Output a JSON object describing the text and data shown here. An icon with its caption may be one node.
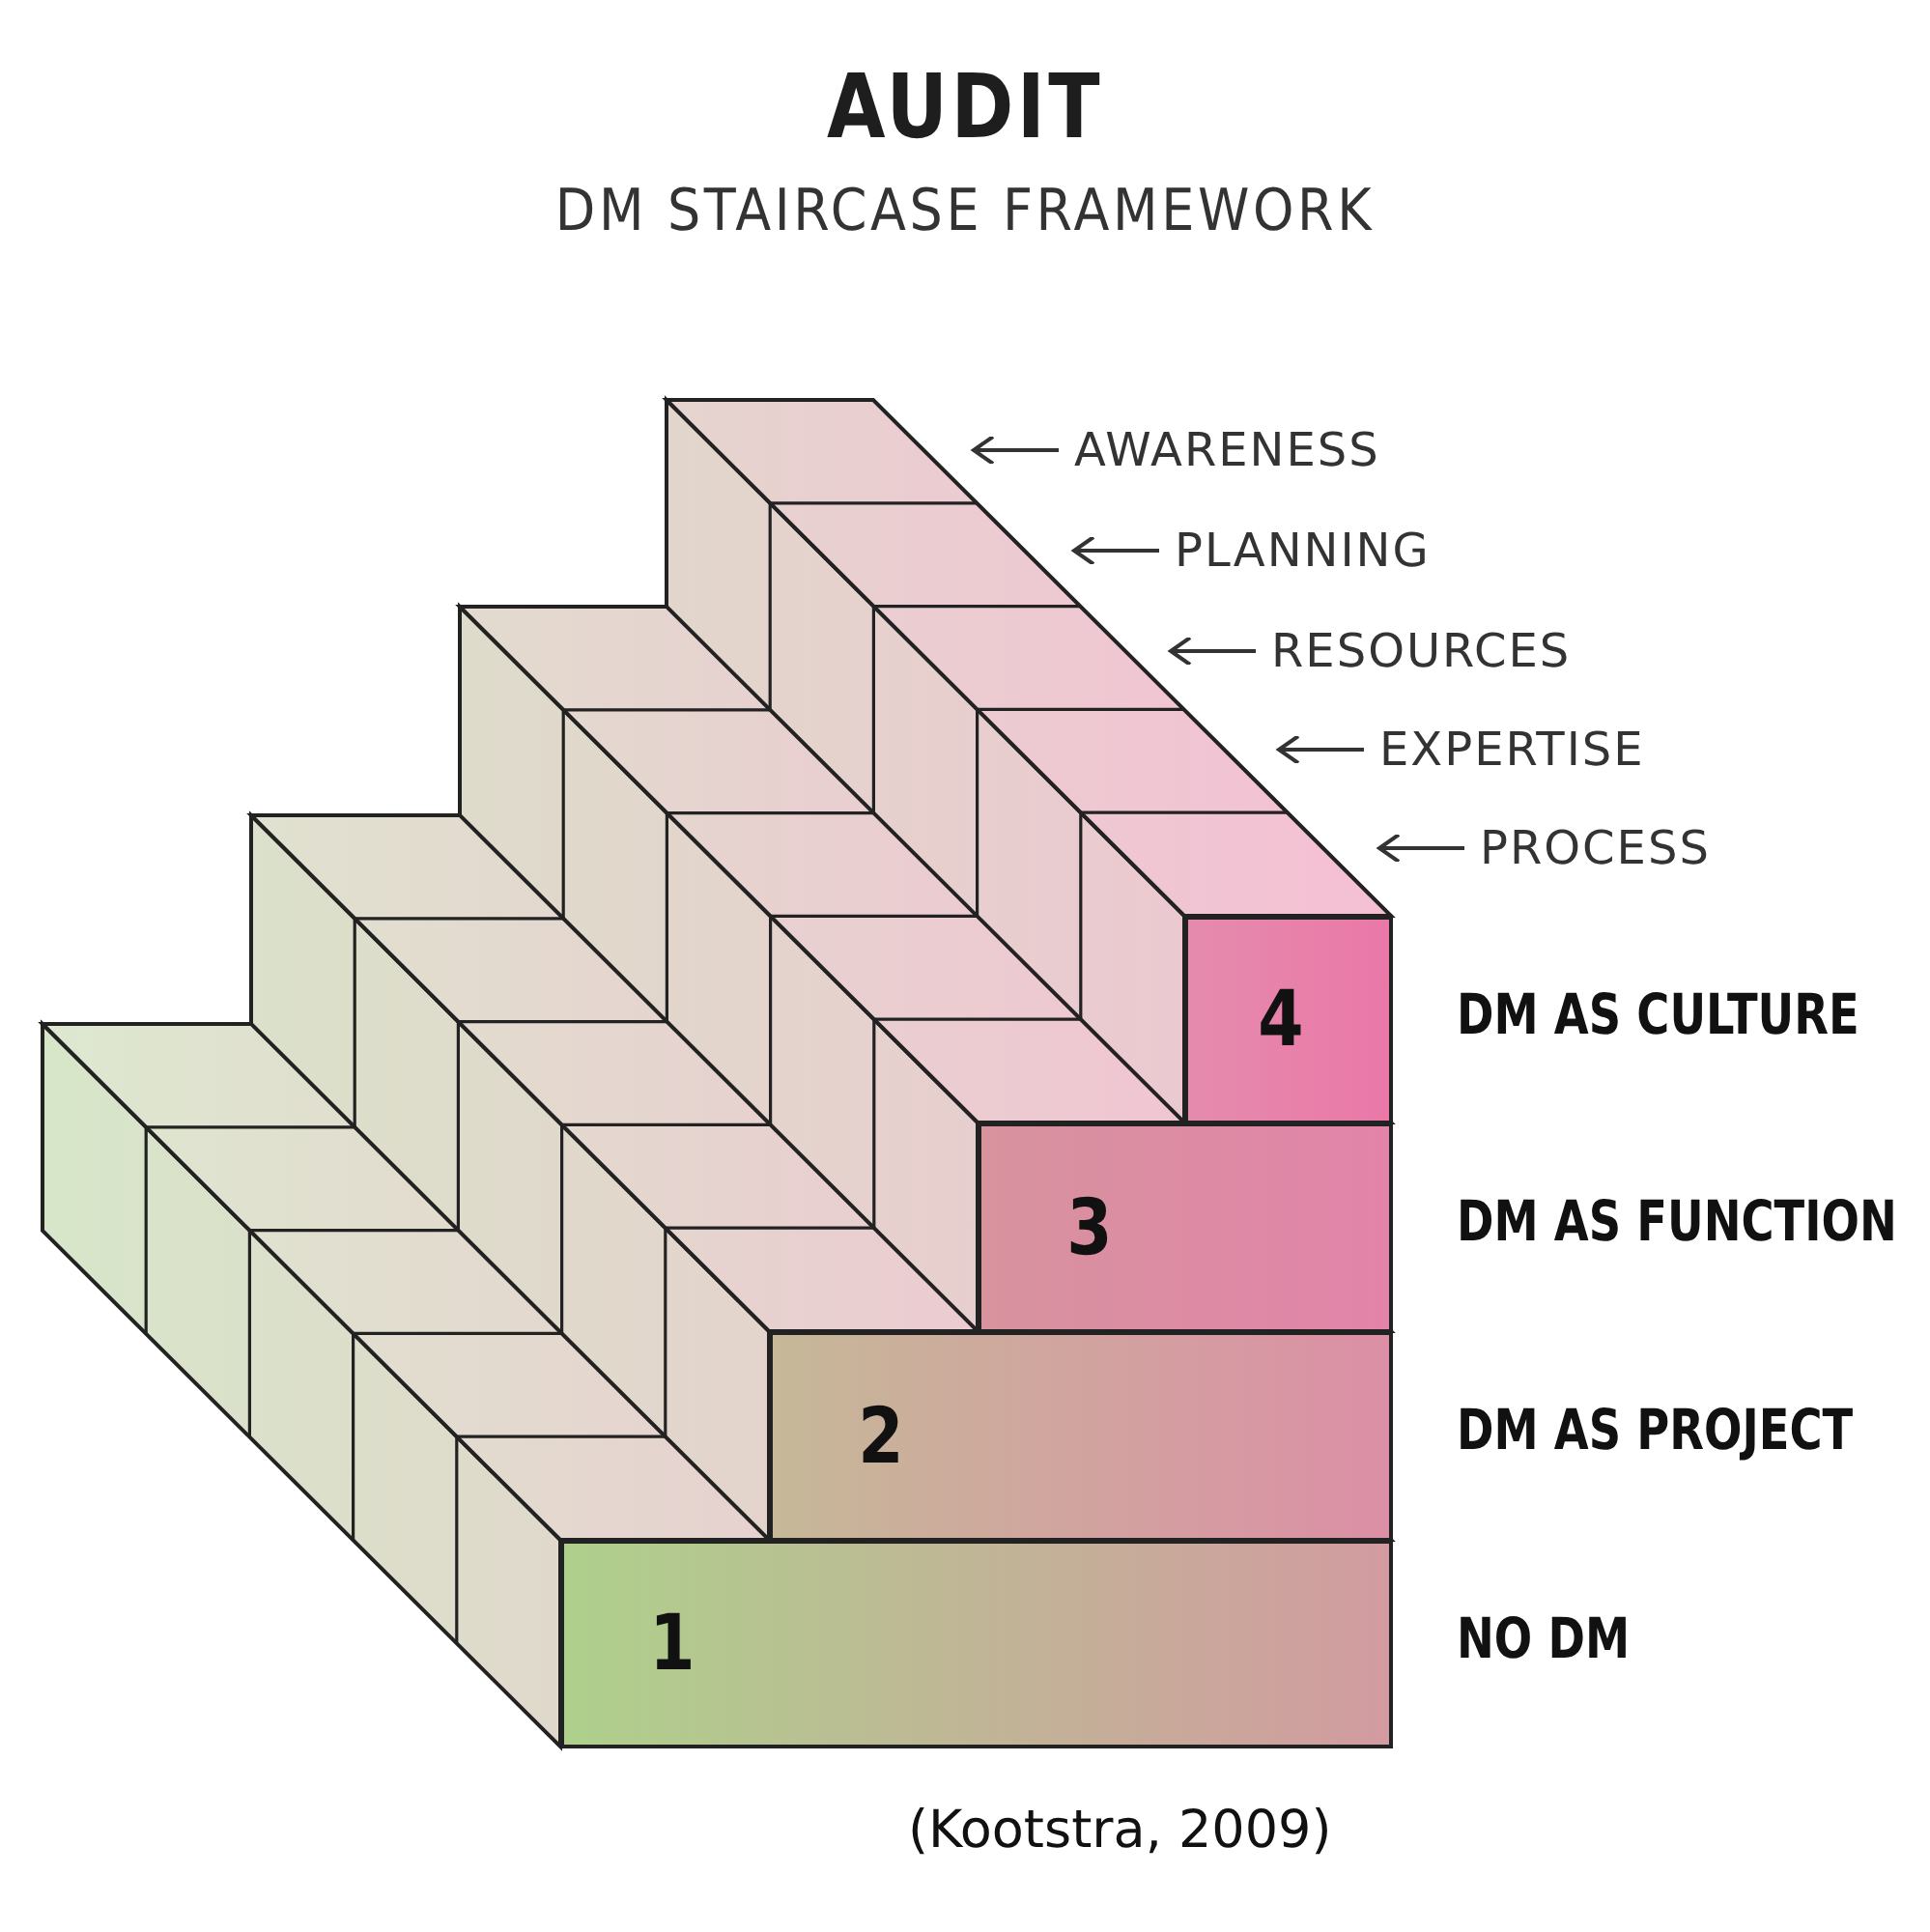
{
  "diagram": {
    "title": "AUDIT",
    "caption": "(Kootstra, 2009)",
    "nodes": [
      {
        "text": [
          "1"
        ],
        "beside": [
          "NO DM"
        ]
      },
      {
        "text": [
          "2"
        ],
        "beside": [
          "DM AS PROJECT"
        ]
      },
      {
        "text": [
          "3"
        ],
        "beside": [
          "DM AS FUNCTION"
        ]
      },
      {
        "text": [
          "4"
        ],
        "beside": [
          "DM AS CULTURE"
        ]
      },
      {
        "text": [
          "AWARENESS"
        ]
      },
      {
        "text": [
          "PLANNING"
        ]
      },
      {
        "text": [
          "RESOURCES"
        ]
      },
      {
        "text": [
          "EXPERTISE"
        ]
      },
      {
        "text": [
          "PROCESS"
        ]
      }
    ],
    "edges": [
      {
        "from": 4,
        "to": null,
        "arrow": "to"
      },
      {
        "from": 5,
        "to": null,
        "arrow": "to"
      },
      {
        "from": 6,
        "to": null,
        "arrow": "to"
      },
      {
        "from": 7,
        "to": null,
        "arrow": "to"
      },
      {
        "from": 8,
        "to": null,
        "arrow": "to"
      }
    ],
    "labels": [
      "DM STAIRCASE FRAMEWORK"
    ]
  }
}
